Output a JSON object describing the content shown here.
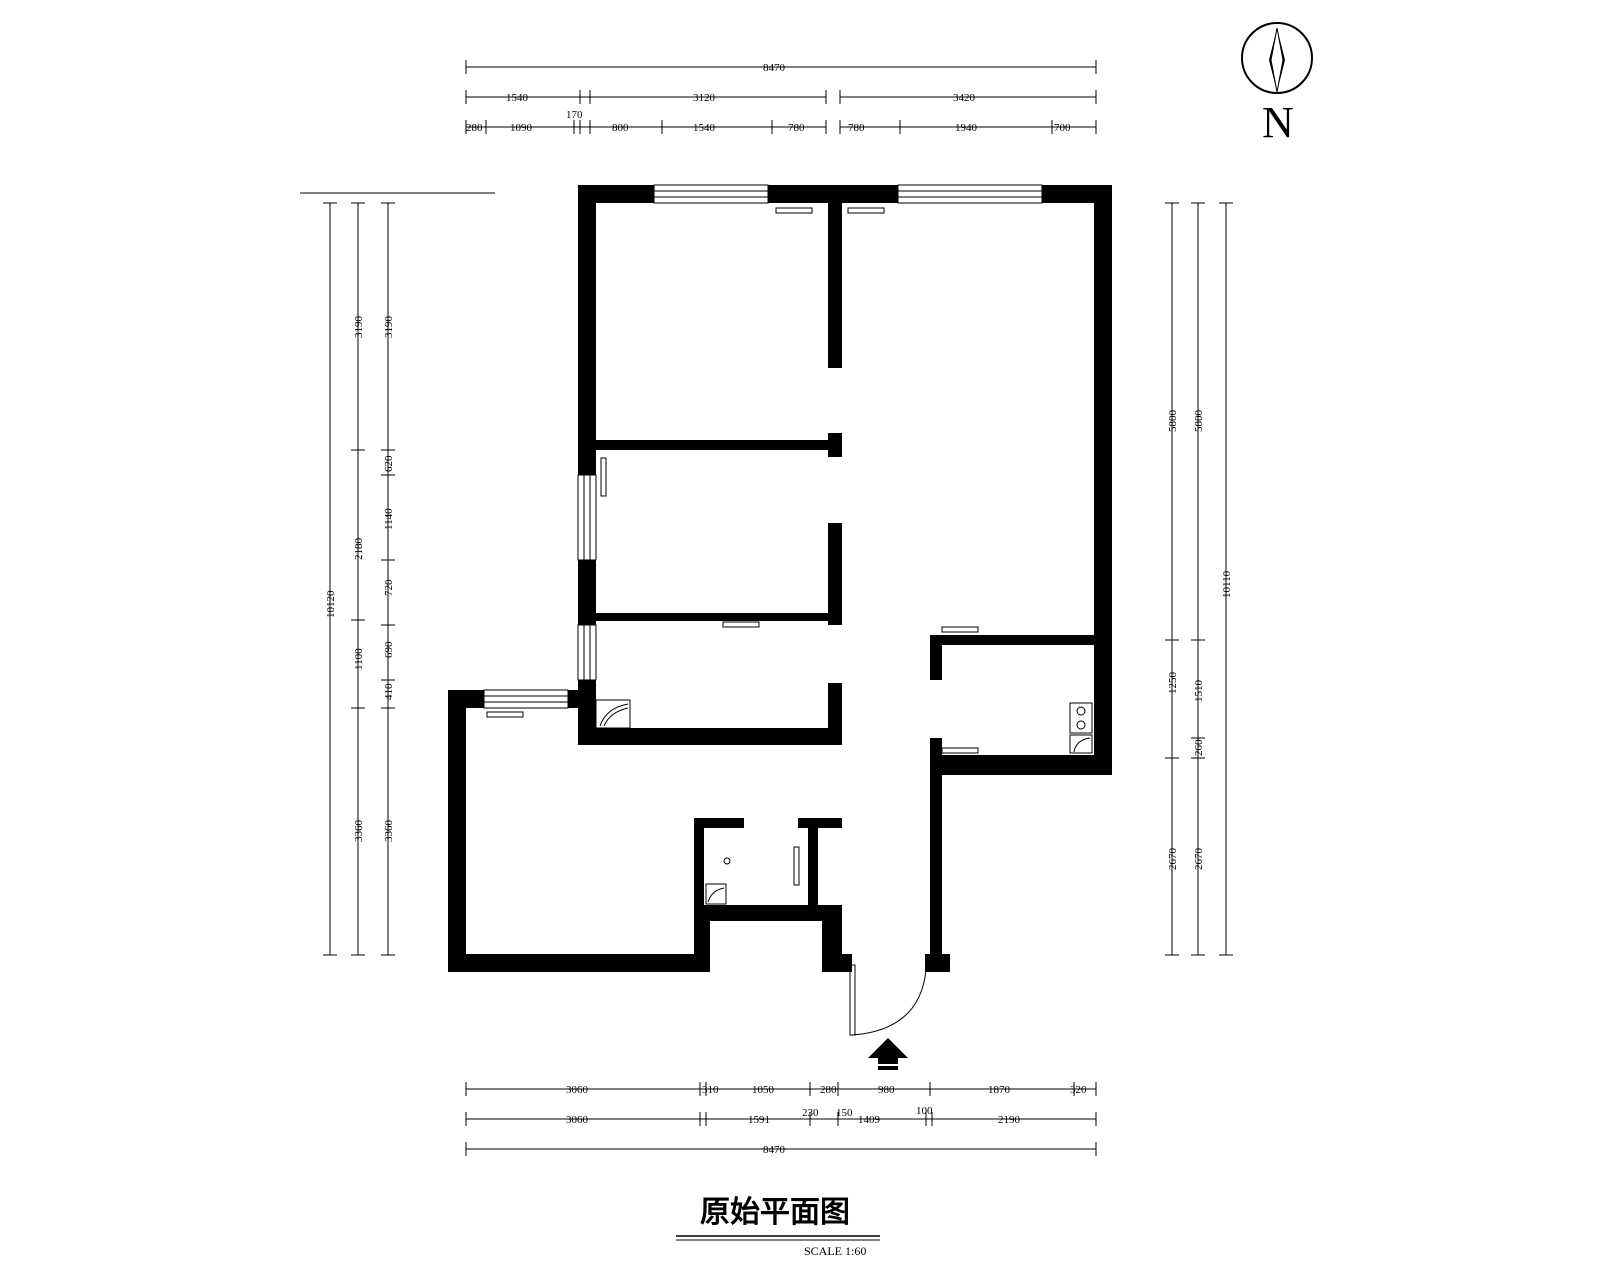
{
  "title": "原始平面图",
  "scale_label": "SCALE 1:60",
  "north_label": "N",
  "dims": {
    "top_total": "8470",
    "top_mid": [
      "1540",
      "3120",
      "3420"
    ],
    "top_mid_extra": "170",
    "top_fine": [
      "280",
      "1090",
      "800",
      "1540",
      "780",
      "780",
      "1940",
      "700"
    ],
    "left_outer": [
      "10120"
    ],
    "left_mid": [
      "3190",
      "2180",
      "1100",
      "3360"
    ],
    "left_inner": [
      "3190",
      "620",
      "1140",
      "720",
      "690",
      "410",
      "3360"
    ],
    "right_inner": [
      "5800",
      "1250",
      "2670"
    ],
    "right_mid": [
      "5800",
      "1510",
      "260",
      "2670"
    ],
    "right_outer": [
      "10110"
    ],
    "bottom_row1": [
      "3060",
      "310",
      "1050",
      "280",
      "980",
      "1870",
      "320"
    ],
    "bottom_row2": [
      "3060",
      "1591",
      "230",
      "150",
      "1409",
      "100",
      "2190"
    ],
    "bottom_total": "8470"
  },
  "colors": {
    "wall": "#000000",
    "background": "#ffffff"
  },
  "icons": [
    "north-arrow-icon",
    "entrance-arrow-icon",
    "door-swing-icon",
    "stove-icon",
    "floor-drain-icon"
  ]
}
